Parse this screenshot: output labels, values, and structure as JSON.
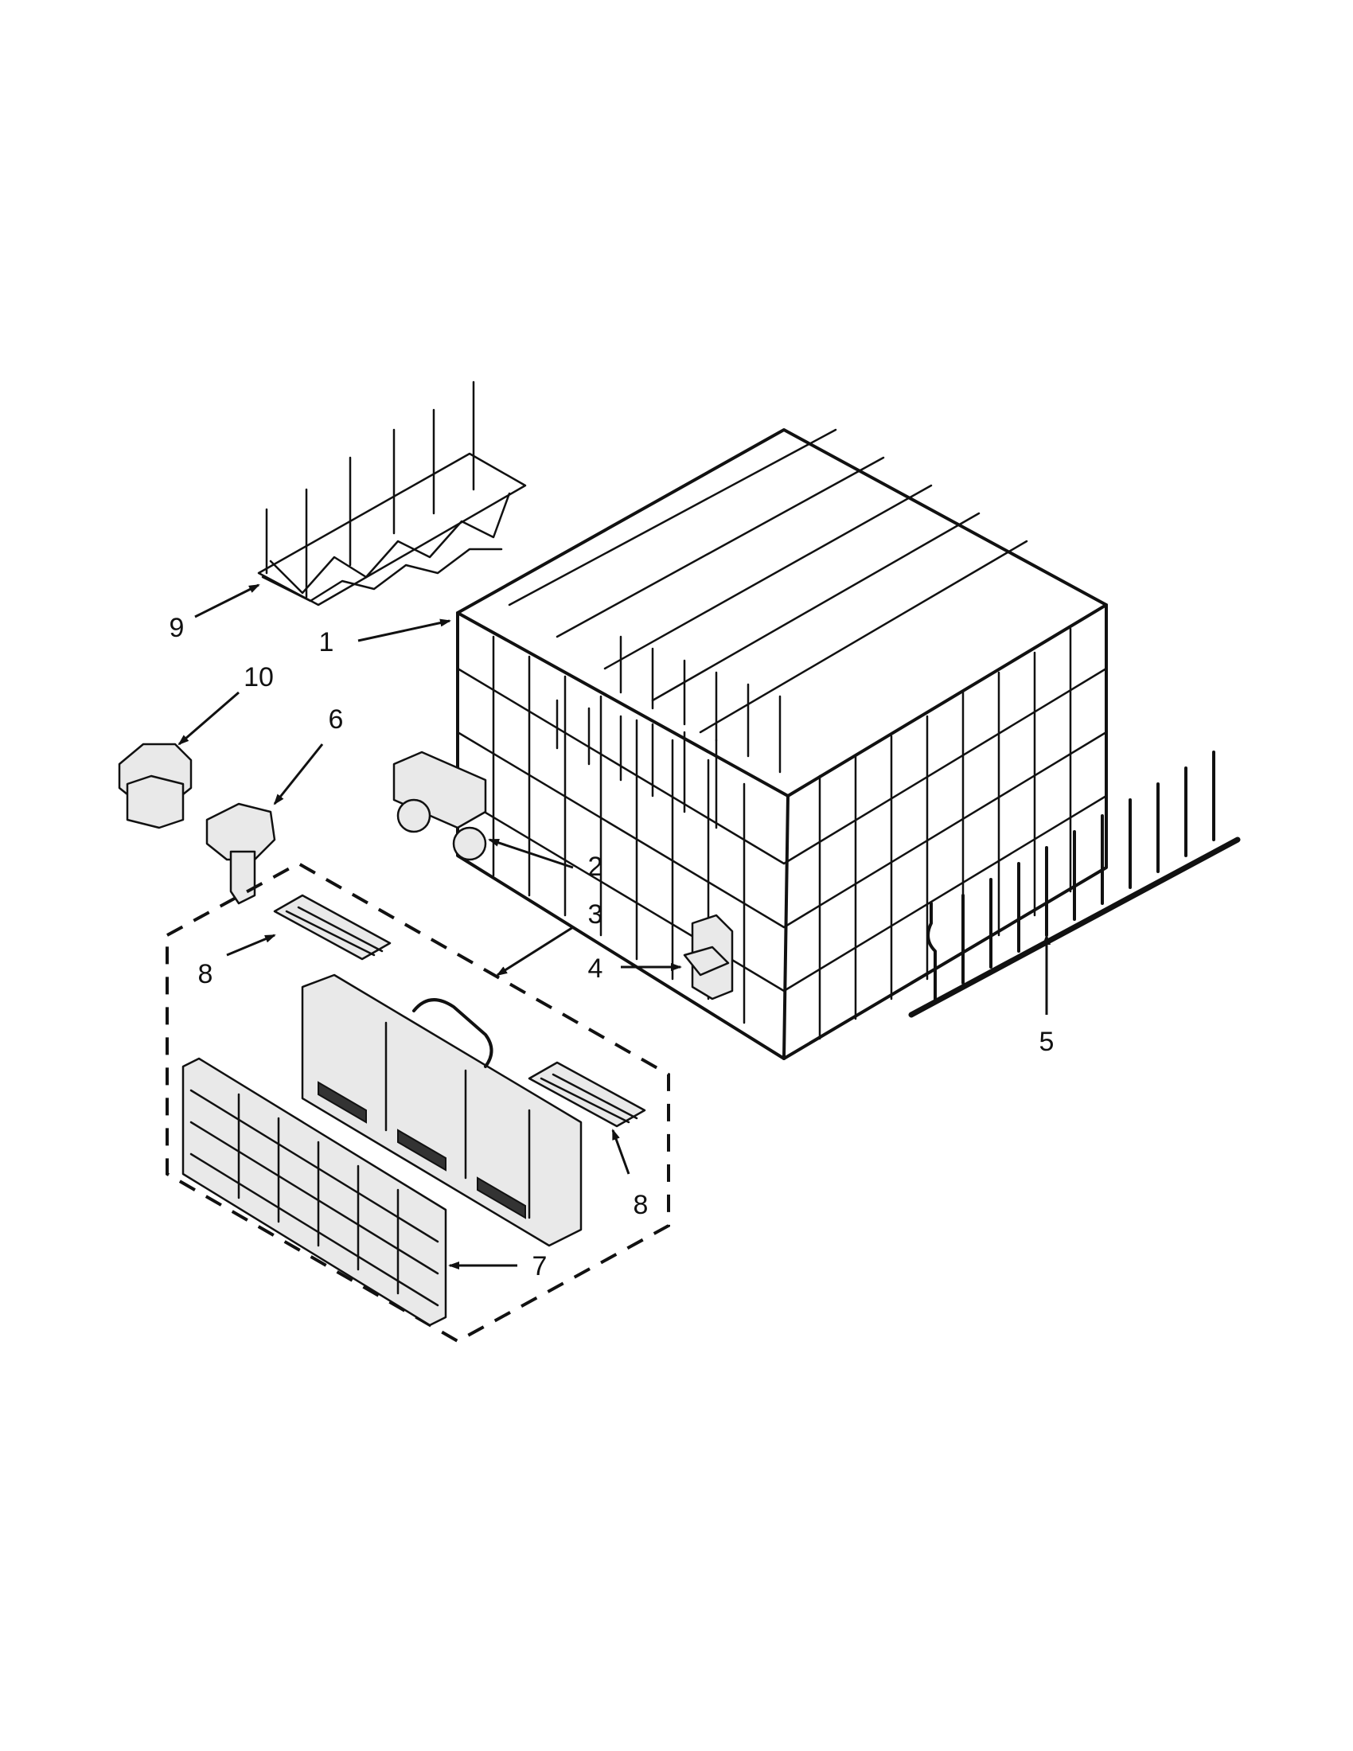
{
  "callouts": [
    {
      "label": "1"
    },
    {
      "label": "2"
    },
    {
      "label": "3"
    },
    {
      "label": "4"
    },
    {
      "label": "5"
    },
    {
      "label": "6"
    },
    {
      "label": "7"
    },
    {
      "label": "8"
    },
    {
      "label": "8"
    },
    {
      "label": "9"
    },
    {
      "label": "10"
    }
  ]
}
